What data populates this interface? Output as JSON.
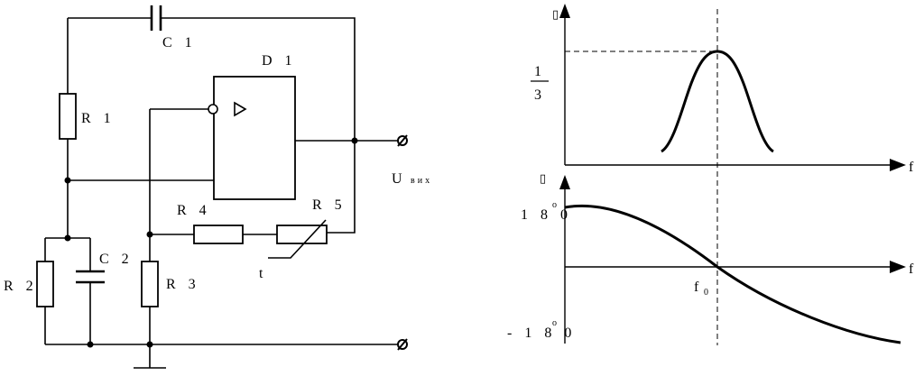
{
  "schematic": {
    "components": {
      "c1": "C 1",
      "d1": "D 1",
      "r1": "R 1",
      "r2": "R 2",
      "r3": "R 3",
      "r4": "R 4",
      "r5": "R 5",
      "c2": "C 2",
      "thermistor": "t"
    },
    "output": {
      "main": "U",
      "sub": "вих"
    }
  },
  "graphs": {
    "amplitude": {
      "y_symbol": "▯",
      "peak_num": "1",
      "peak_den": "3",
      "x_label": "f"
    },
    "phase": {
      "y_symbol": "▯",
      "top_value": "1 8 0",
      "bottom_value": "- 1 8 0",
      "degree": "o",
      "x_label": "f",
      "f0_main": "f",
      "f0_sub": "0"
    }
  }
}
